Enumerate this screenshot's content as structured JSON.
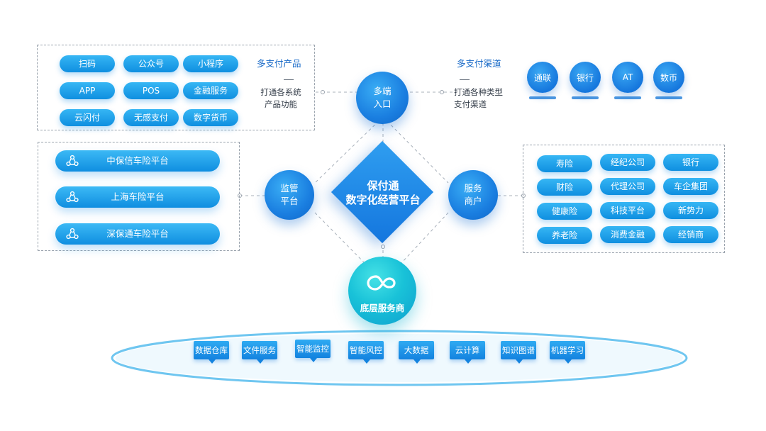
{
  "top_left": {
    "products": [
      "扫码",
      "公众号",
      "小程序",
      "APP",
      "POS",
      "金融服务",
      "云闪付",
      "无感支付",
      "数字货币"
    ],
    "title": "多支付产品",
    "desc_line1": "打通各系统",
    "desc_line2": "产品功能"
  },
  "top_right": {
    "title": "多支付渠道",
    "desc_line1": "打通各种类型",
    "desc_line2": "支付渠道",
    "channels": [
      "通联",
      "银行",
      "AT",
      "数币"
    ]
  },
  "nodes": {
    "multi_entry_line1": "多端",
    "multi_entry_line2": "入口",
    "regulator_line1": "监管",
    "regulator_line2": "平台",
    "service_line1": "服务",
    "service_line2": "商户",
    "center_line1": "保付通",
    "center_line2": "数字化经营平台",
    "bottom_label": "底层服务商"
  },
  "left_platforms": [
    "中保信车险平台",
    "上海车险平台",
    "深保通车险平台"
  ],
  "right_merchants": [
    "寿险",
    "经纪公司",
    "银行",
    "财险",
    "代理公司",
    "车企集团",
    "健康险",
    "科技平台",
    "新势力",
    "养老险",
    "消费金融",
    "经销商"
  ],
  "tech": [
    "数据仓库",
    "文件服务",
    "智能监控",
    "智能风控",
    "大数据",
    "云计算",
    "知识图谱",
    "机器学习"
  ],
  "icons": {
    "platform": "people-network-icon",
    "bottom": "cloud-link-icon"
  },
  "colors": {
    "accent": "#1a7ee0",
    "light_accent": "#36b6f4",
    "teal": "#19c2d8",
    "title_blue": "#1668c7"
  }
}
